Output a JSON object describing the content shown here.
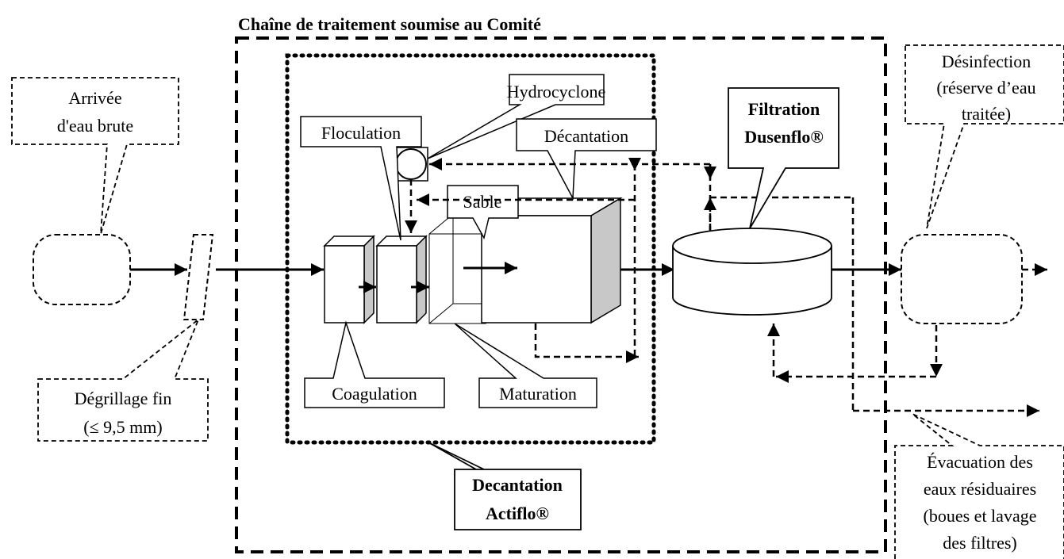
{
  "title": "Chaîne de traitement soumise au Comité",
  "callouts": {
    "arrivee": [
      "Arrivée",
      "d'eau brute"
    ],
    "degrillage": [
      "Dégrillage fin",
      "(≤ 9,5 mm)"
    ],
    "desinfection": [
      "Désinfection",
      "(réserve d’eau",
      "traitée)"
    ],
    "evacuation": [
      "Évacuation des",
      "eaux résiduaires",
      "(boues et lavage",
      "des filtres)"
    ],
    "hydrocyclone": "Hydrocyclone",
    "floculation": "Floculation",
    "decantation": "Décantation",
    "sable": "Sable",
    "coagulation": "Coagulation",
    "maturation": "Maturation",
    "filtration": [
      "Filtration",
      "Dusenflo®"
    ],
    "actiflo": [
      "Decantation",
      "Actiflo®"
    ]
  },
  "colors": {
    "stroke": "#000000",
    "shade": "#c8c8c8",
    "background": "#ffffff"
  }
}
